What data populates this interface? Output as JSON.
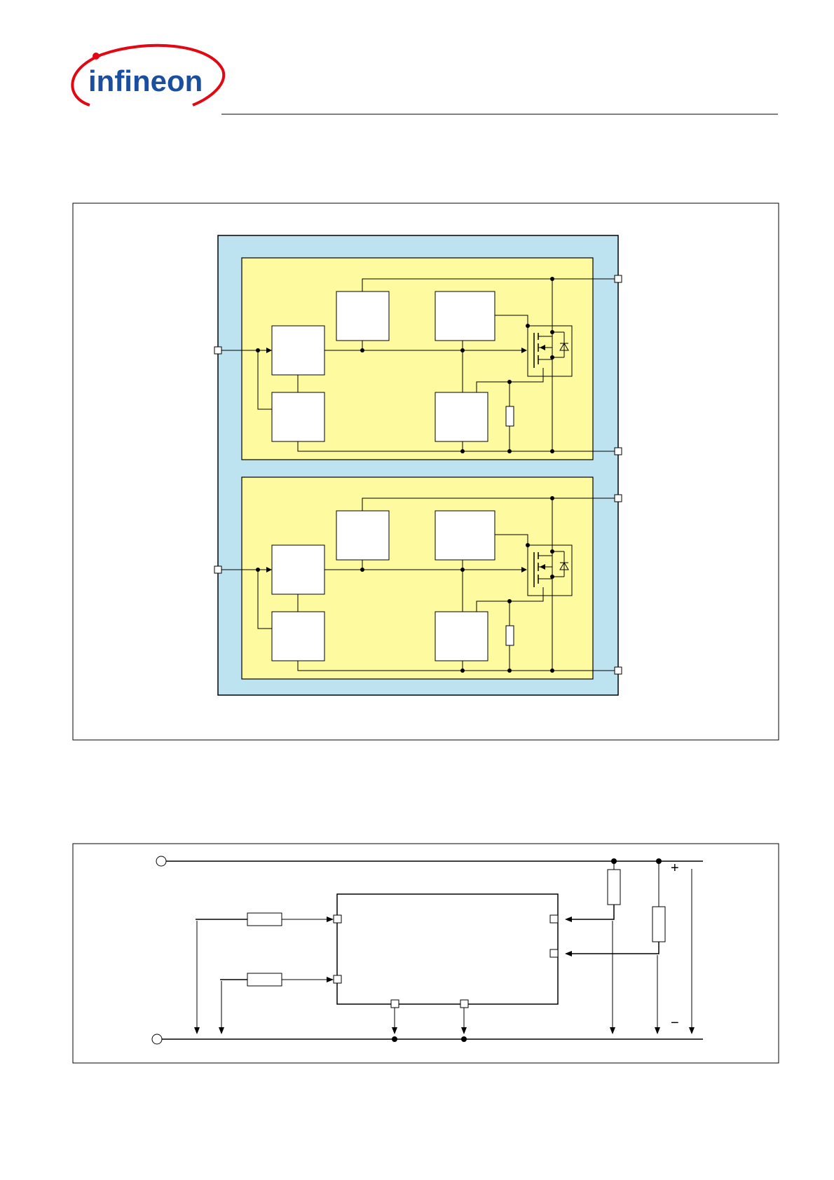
{
  "brand": {
    "name": "infineon",
    "color": "#1a4fa0",
    "swoosh_color": "#e30613"
  },
  "colors": {
    "package_fill": "#bde2f0",
    "channel_fill": "#fefaa0",
    "line": "#000000",
    "frame": "#000000"
  },
  "figure1": {
    "description_visible": "",
    "channels": [
      {
        "id": "channel-1",
        "blocks": [
          "input-block",
          "logic-block",
          "supply-block",
          "driver-block",
          "protection-block"
        ],
        "has_sense_resistor": true,
        "has_mosfet": true
      },
      {
        "id": "channel-2",
        "blocks": [
          "input-block",
          "logic-block",
          "supply-block",
          "driver-block",
          "protection-block"
        ],
        "has_sense_resistor": true,
        "has_mosfet": true
      }
    ]
  },
  "figure2": {
    "plus_symbol": "+",
    "minus_symbol": "−"
  }
}
